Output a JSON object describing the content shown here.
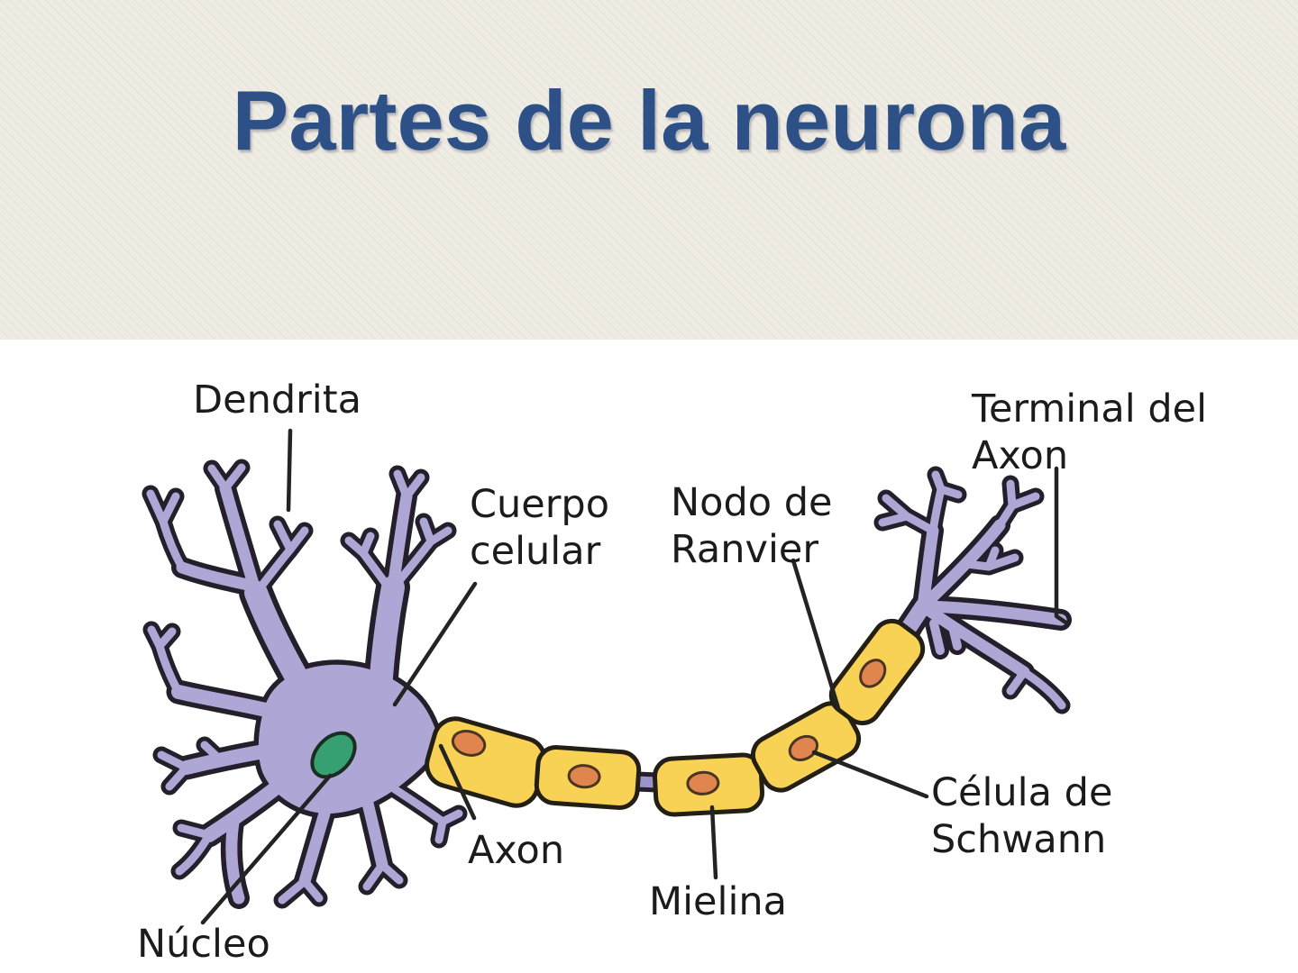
{
  "slide": {
    "title": "Partes de la neurona"
  },
  "diagram": {
    "subject": "neuron-anatomy",
    "labels": {
      "dendrita": {
        "text": "Dendrita"
      },
      "cuerpo_celular": {
        "text": "Cuerpo\ncelular"
      },
      "nodo_ranvier": {
        "text": "Nodo de\nRanvier"
      },
      "terminal_axon": {
        "text": "Terminal del\nAxon"
      },
      "axon": {
        "text": "Axon"
      },
      "mielina": {
        "text": "Mielina"
      },
      "celula_schwann": {
        "text": "Célula de\nSchwann"
      },
      "nucleo": {
        "text": "Núcleo"
      }
    },
    "colors": {
      "header_background": "#efece4",
      "title_blue": "#2d5186",
      "label_text": "#1b1b1b",
      "neuron_purple": "#aea6d4",
      "neuron_outline": "#241f2b",
      "axon_core_purple": "#9a92c8",
      "myelin_yellow": "#f7d254",
      "schwann_nucleus_orange": "#e0854e",
      "cell_nucleus_green": "#36a073",
      "canvas_white": "#ffffff"
    }
  }
}
